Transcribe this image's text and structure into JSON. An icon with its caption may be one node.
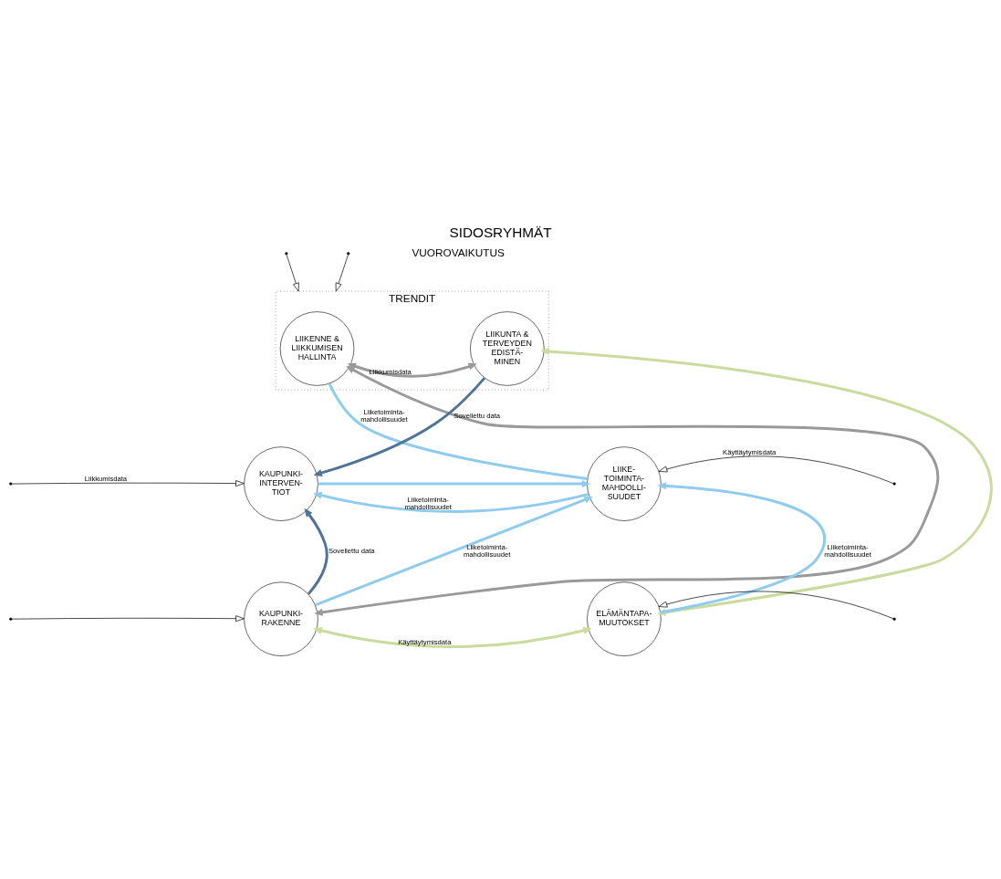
{
  "diagram": {
    "title": "SIDOSRYHMÄT",
    "nodes": [
      {
        "text": [
          "TRENDIT"
        ]
      },
      {
        "text": [
          "LIIKENNE & LIIKKUMISEN HALLINTA"
        ],
        "in": 0
      },
      {
        "text": [
          "LIIKUNTA & TERVEYDEN EDISTÄ- MINEN"
        ],
        "in": 0
      },
      {
        "text": [
          "KAUPUNKI- INTERVEN- TIOT"
        ]
      },
      {
        "text": [
          "LIIKE- TOIMINTA- MAHDOLLI- SUUDET"
        ]
      },
      {
        "text": [
          "KAUPUNKI- RAKENNE"
        ]
      },
      {
        "text": [
          "ELÄMÄNTAPA- MUUTOKSET"
        ]
      }
    ],
    "edges": [
      {
        "from": 1,
        "to": 2,
        "arrow": "both",
        "label": "Liikkumisdata",
        "color": "#999999"
      },
      {
        "from": 1,
        "to": 4,
        "arrow": "none",
        "label": "Liiketoiminta- mahdollisuudet",
        "color": "#8ecbed"
      },
      {
        "from": 2,
        "to": 3,
        "arrow": "to",
        "label": "Sovellettu data",
        "color": "#4f7396"
      },
      {
        "from": 4,
        "to": 3,
        "arrow": "to",
        "label": "Liiketoiminta- mahdollisuudet",
        "color": "#8ecbed"
      },
      {
        "from": 1,
        "to": 5,
        "arrow": "both",
        "color": "#999999"
      },
      {
        "from": 2,
        "to": 6,
        "arrow": "both",
        "color": "#c9dc9e"
      },
      {
        "from": null,
        "to": 3,
        "arrow": "to",
        "label": "Liikkumisdata"
      },
      {
        "from": null,
        "to": 4,
        "arrow": "to",
        "label": "Käyttäytymisdata"
      },
      {
        "from": 5,
        "to": 3,
        "arrow": "to",
        "label": "Sovellettu data",
        "color": "#4f7396"
      },
      {
        "from": 3,
        "to": 4,
        "arrow": "to",
        "color": "#8ecbed"
      },
      {
        "from": 5,
        "to": 4,
        "arrow": "to",
        "label": "Liiketoiminta- mahdollisuudet",
        "color": "#8ecbed"
      },
      {
        "from": 6,
        "to": 4,
        "arrow": "to",
        "label": "Liiketoiminta- mahdollisuudet",
        "color": "#8ecbed"
      },
      {
        "from": 5,
        "to": 6,
        "arrow": "both",
        "label": "Käyttäytymisdata",
        "color": "#c9dc9e"
      },
      {
        "from": null,
        "to": 0,
        "arrow": "to"
      },
      {
        "from": null,
        "to": 0,
        "arrow": "to"
      },
      {
        "from": null,
        "to": 5,
        "arrow": "to"
      },
      {
        "from": null,
        "to": 6,
        "arrow": "to"
      }
    ],
    "labels": [
      "VUOROVAIKUTUS"
    ]
  }
}
